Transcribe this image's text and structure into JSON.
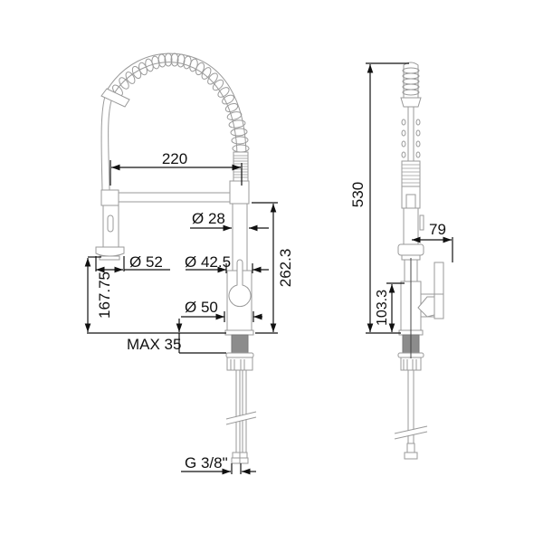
{
  "drawing": {
    "title": "Pull-down kitchen faucet technical drawing",
    "units": "mm",
    "colors": {
      "background": "#ffffff",
      "outline": "#9a9a9a",
      "dimension": "#111111",
      "thread": "#8c8c8c"
    },
    "front_view": {
      "dimensions": {
        "spout_reach": "220",
        "body_diameter_upper": "Ø 28",
        "spray_head_diameter": "Ø 52",
        "body_diameter_mid": "Ø 42.5",
        "base_diameter": "Ø 50",
        "height_to_outlet": "167.75",
        "height_to_spout_joint": "262.3",
        "max_mounting_thickness": "MAX 35",
        "connection_thread": "G 3/8\""
      }
    },
    "side_view": {
      "dimensions": {
        "total_height": "530",
        "lever_depth": "79",
        "lever_height": "103.3"
      }
    }
  }
}
